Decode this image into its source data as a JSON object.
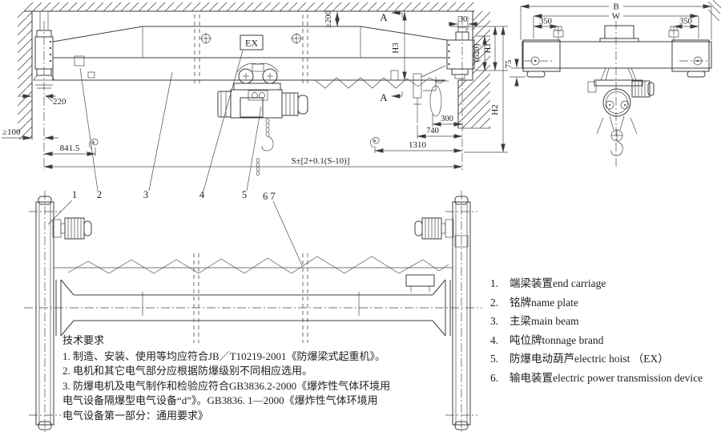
{
  "front_view": {
    "dims": {
      "clearance_top": "≥200",
      "h3": "H3",
      "gap_30": "30",
      "beam_620": "(620)",
      "h1": "H1",
      "h2": "H2",
      "wall_offset": "220",
      "clearance_left": "≥100",
      "hook_left": "841.5",
      "hook_right": "1310",
      "dim_740": "740",
      "dim_300": "300",
      "span_formula": "S±[2+0.1(S-10)]"
    },
    "labels": {
      "ex_mark": "EX",
      "section_top": "A",
      "section_bottom": "A"
    }
  },
  "end_view": {
    "dims": {
      "b": "B",
      "w": "W",
      "left_350": "350",
      "right_350": "350",
      "flange_drop": "75"
    }
  },
  "plan_view": {
    "callouts": [
      "1",
      "2",
      "3",
      "4",
      "5",
      "6 7"
    ]
  },
  "tech_requirements": {
    "title": "技术要求",
    "lines": [
      "1.  制造、安装、使用等均应符合JB／T10219-2001《防爆梁式起重机》。",
      "2.  电机和其它电气部分应根据防爆级别不同相应选用。",
      "3.  防爆电机及电气制作和检验应符合GB3836.2-2000《爆炸性气体环境用",
      "电气设备隔爆型电气设备“d”》。GB3836.  1—2000《爆炸性气体环境用",
      "电气设备第一部分：通用要求》"
    ]
  },
  "parts_list": [
    {
      "no": "1.",
      "name": "端梁装置end carriage"
    },
    {
      "no": "2.",
      "name": "铭牌name plate"
    },
    {
      "no": "3.",
      "name": "主梁main beam"
    },
    {
      "no": "4.",
      "name": "吨位牌tonnage brand"
    },
    {
      "no": "5.",
      "name": "防爆电动葫芦electric hoist （EX）"
    },
    {
      "no": "6.",
      "name": "输电装置electric power transmission device"
    }
  ]
}
